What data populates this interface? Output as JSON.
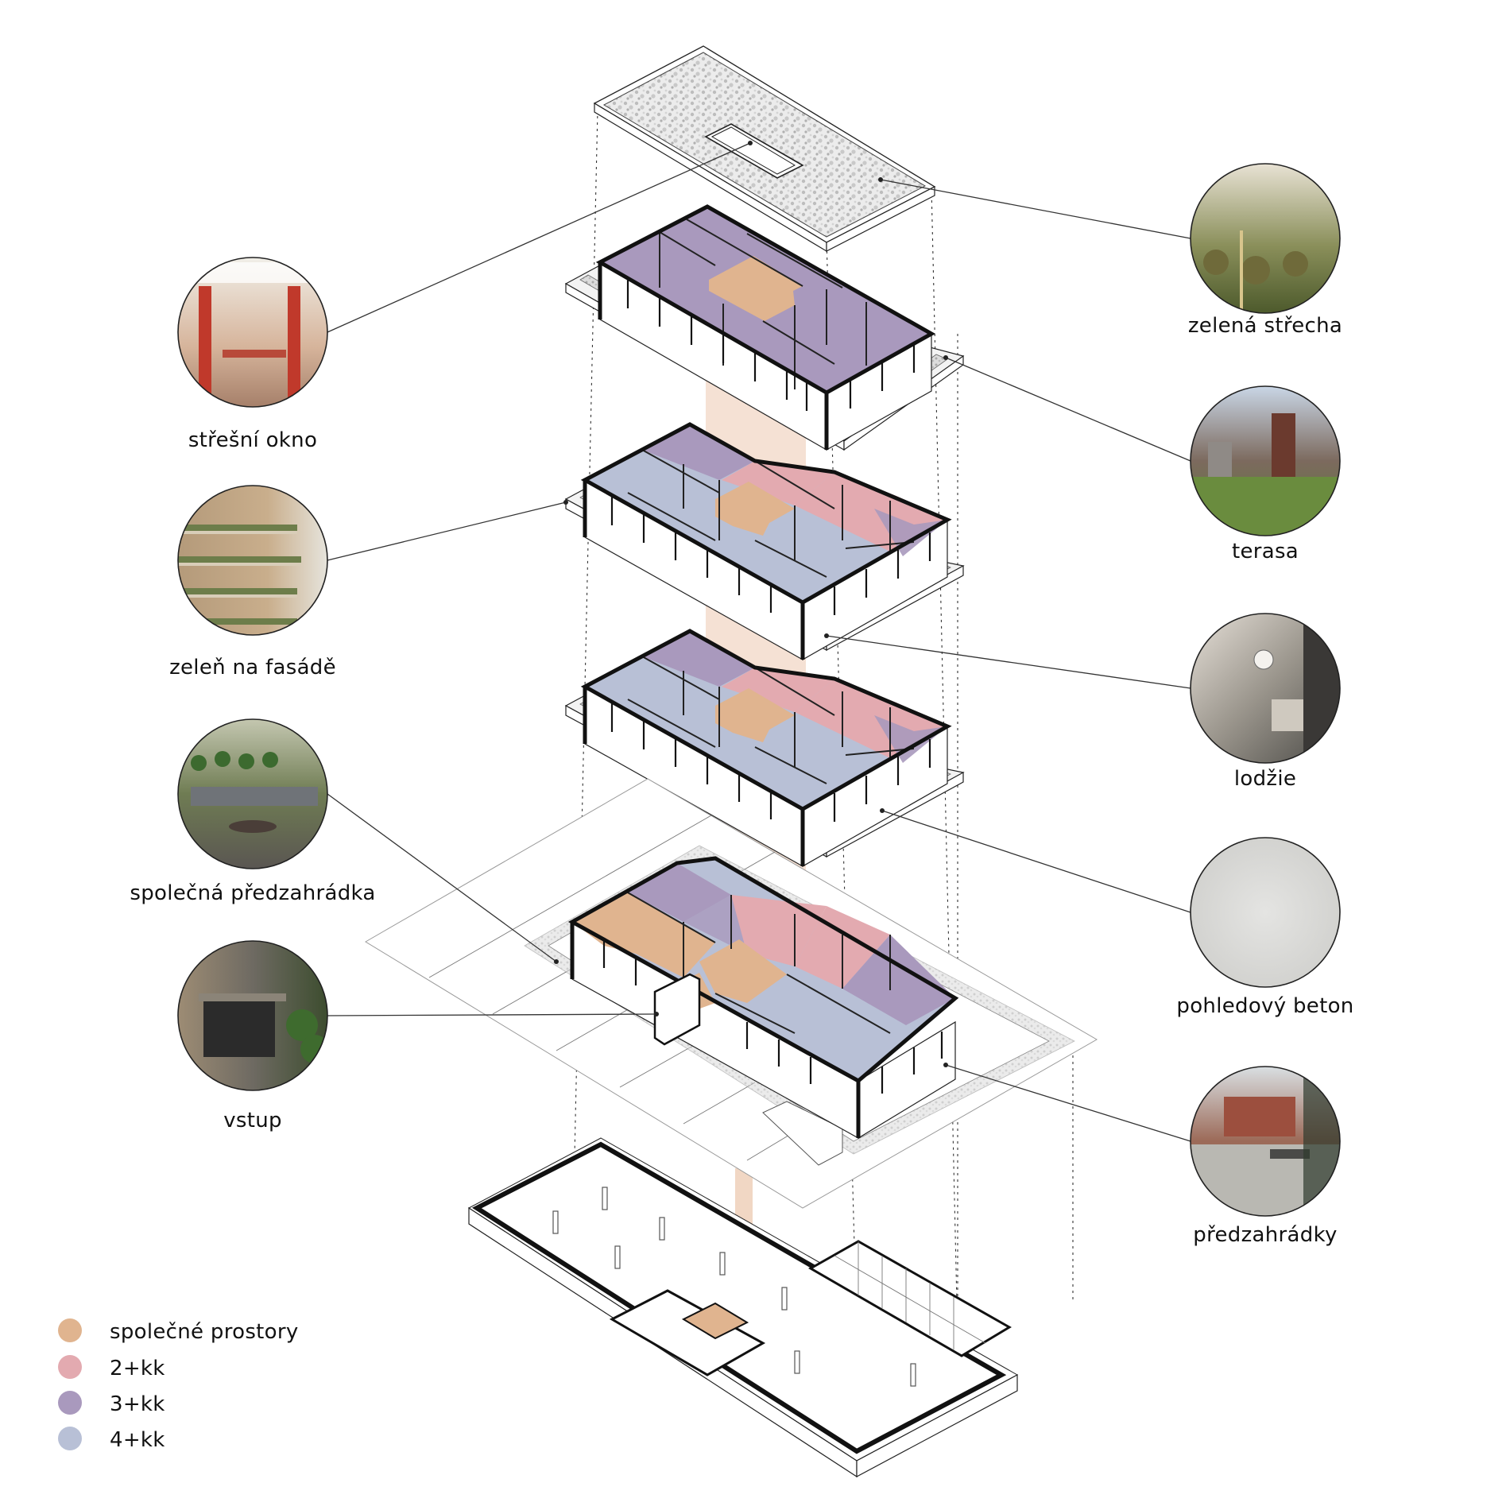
{
  "callouts": {
    "stresni_okno": "střešní okno",
    "zelen_na_fasade": "zeleň na fasádě",
    "spolecna_predzahradka": "společná předzahrádka",
    "vstup": "vstup",
    "zelena_strecha": "zelená střecha",
    "terasa": "terasa",
    "lodzie": "lodžie",
    "pohledovy_beton": "pohledový beton",
    "predzahradky": "předzahrádky"
  },
  "legend": [
    {
      "label": "společné prostory",
      "color": "#e0b48f"
    },
    {
      "label": "2+kk",
      "color": "#e3aab0"
    },
    {
      "label": "3+kk",
      "color": "#a999bd"
    },
    {
      "label": "4+kk",
      "color": "#b8c0d6"
    }
  ],
  "colors": {
    "common": "#e0b48f",
    "kk2": "#e3aab0",
    "kk3": "#a999bd",
    "kk4": "#b8c0d6",
    "core": "#ecc9b0"
  }
}
